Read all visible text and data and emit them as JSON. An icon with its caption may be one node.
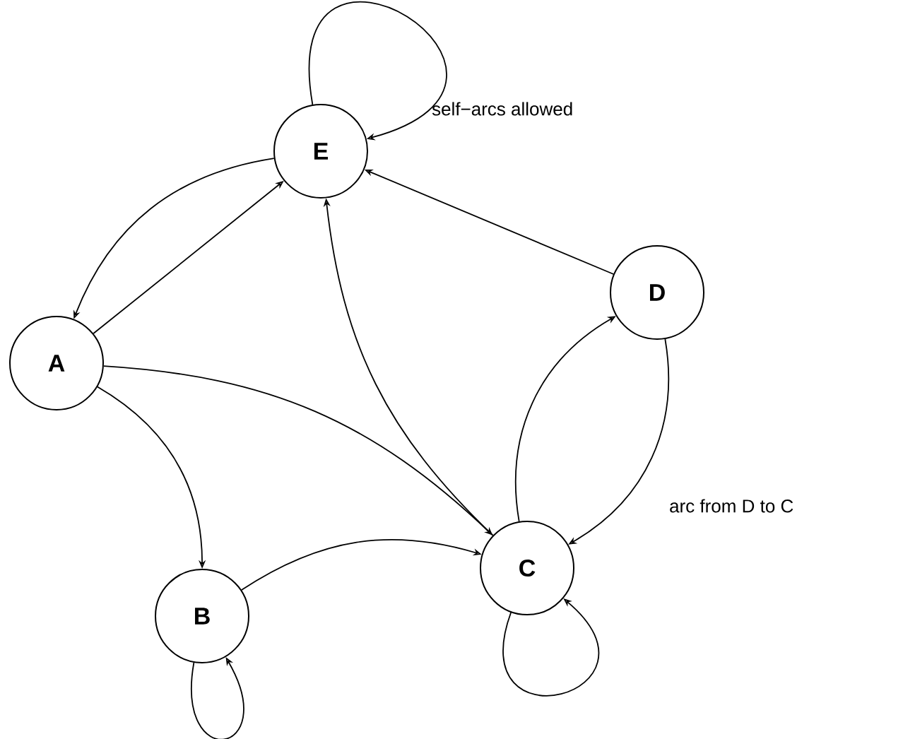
{
  "diagram": {
    "nodes": [
      {
        "text": [
          "E"
        ]
      },
      {
        "text": [
          "A"
        ]
      },
      {
        "text": [
          "D"
        ]
      },
      {
        "text": [
          "C"
        ]
      },
      {
        "text": [
          "B"
        ]
      }
    ],
    "edges": [
      {
        "from": 0,
        "to": 0,
        "arrow": "to"
      },
      {
        "from": 0,
        "to": 1,
        "arrow": "to"
      },
      {
        "from": 1,
        "to": 0,
        "arrow": "to"
      },
      {
        "from": 2,
        "to": 0,
        "arrow": "to"
      },
      {
        "from": 3,
        "to": 0,
        "arrow": "to"
      },
      {
        "from": 1,
        "to": 3,
        "arrow": "to"
      },
      {
        "from": 1,
        "to": 4,
        "arrow": "to"
      },
      {
        "from": 3,
        "to": 2,
        "arrow": "to"
      },
      {
        "from": 2,
        "to": 3,
        "arrow": "to"
      },
      {
        "from": 4,
        "to": 3,
        "arrow": "to"
      },
      {
        "from": 4,
        "to": 4,
        "arrow": "to"
      },
      {
        "from": 3,
        "to": 3,
        "arrow": "to"
      }
    ],
    "labels": [
      "self−arcs allowed",
      "arc from D to C"
    ]
  }
}
